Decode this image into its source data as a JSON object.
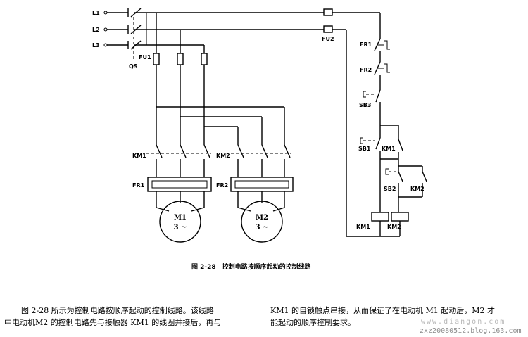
{
  "diagram": {
    "labels": {
      "L1": "L1",
      "L2": "L2",
      "L3": "L3",
      "QS": "QS",
      "FU1": "FU1",
      "FU2": "FU2",
      "FR1": "FR1",
      "FR2": "FR2",
      "KM1": "KM1",
      "KM2": "KM2",
      "SB1": "SB1",
      "SB2": "SB2",
      "SB3": "SB3",
      "motor1_name": "M1",
      "motor1_type": "3 ~",
      "motor2_name": "M2",
      "motor2_type": "3 ~"
    },
    "caption": "图 2-28　控制电路按顺序起动的控制线路"
  },
  "text": {
    "col1_line1": "图 2-28 所示为控制电路按顺序起动的控制线路。该线路",
    "col1_line2": "中电动机M2 的控制电路先与接触器 KM1 的线圈并接后，再与",
    "col2_line1": "KM1 的自锁触点串接，从而保证了在电动机 M1 起动后，M2 才",
    "col2_line2": "能起动的顺序控制要求。"
  },
  "watermark": {
    "site": "www.diangon.com",
    "blog": "zxz20080512.blog.163.com"
  }
}
